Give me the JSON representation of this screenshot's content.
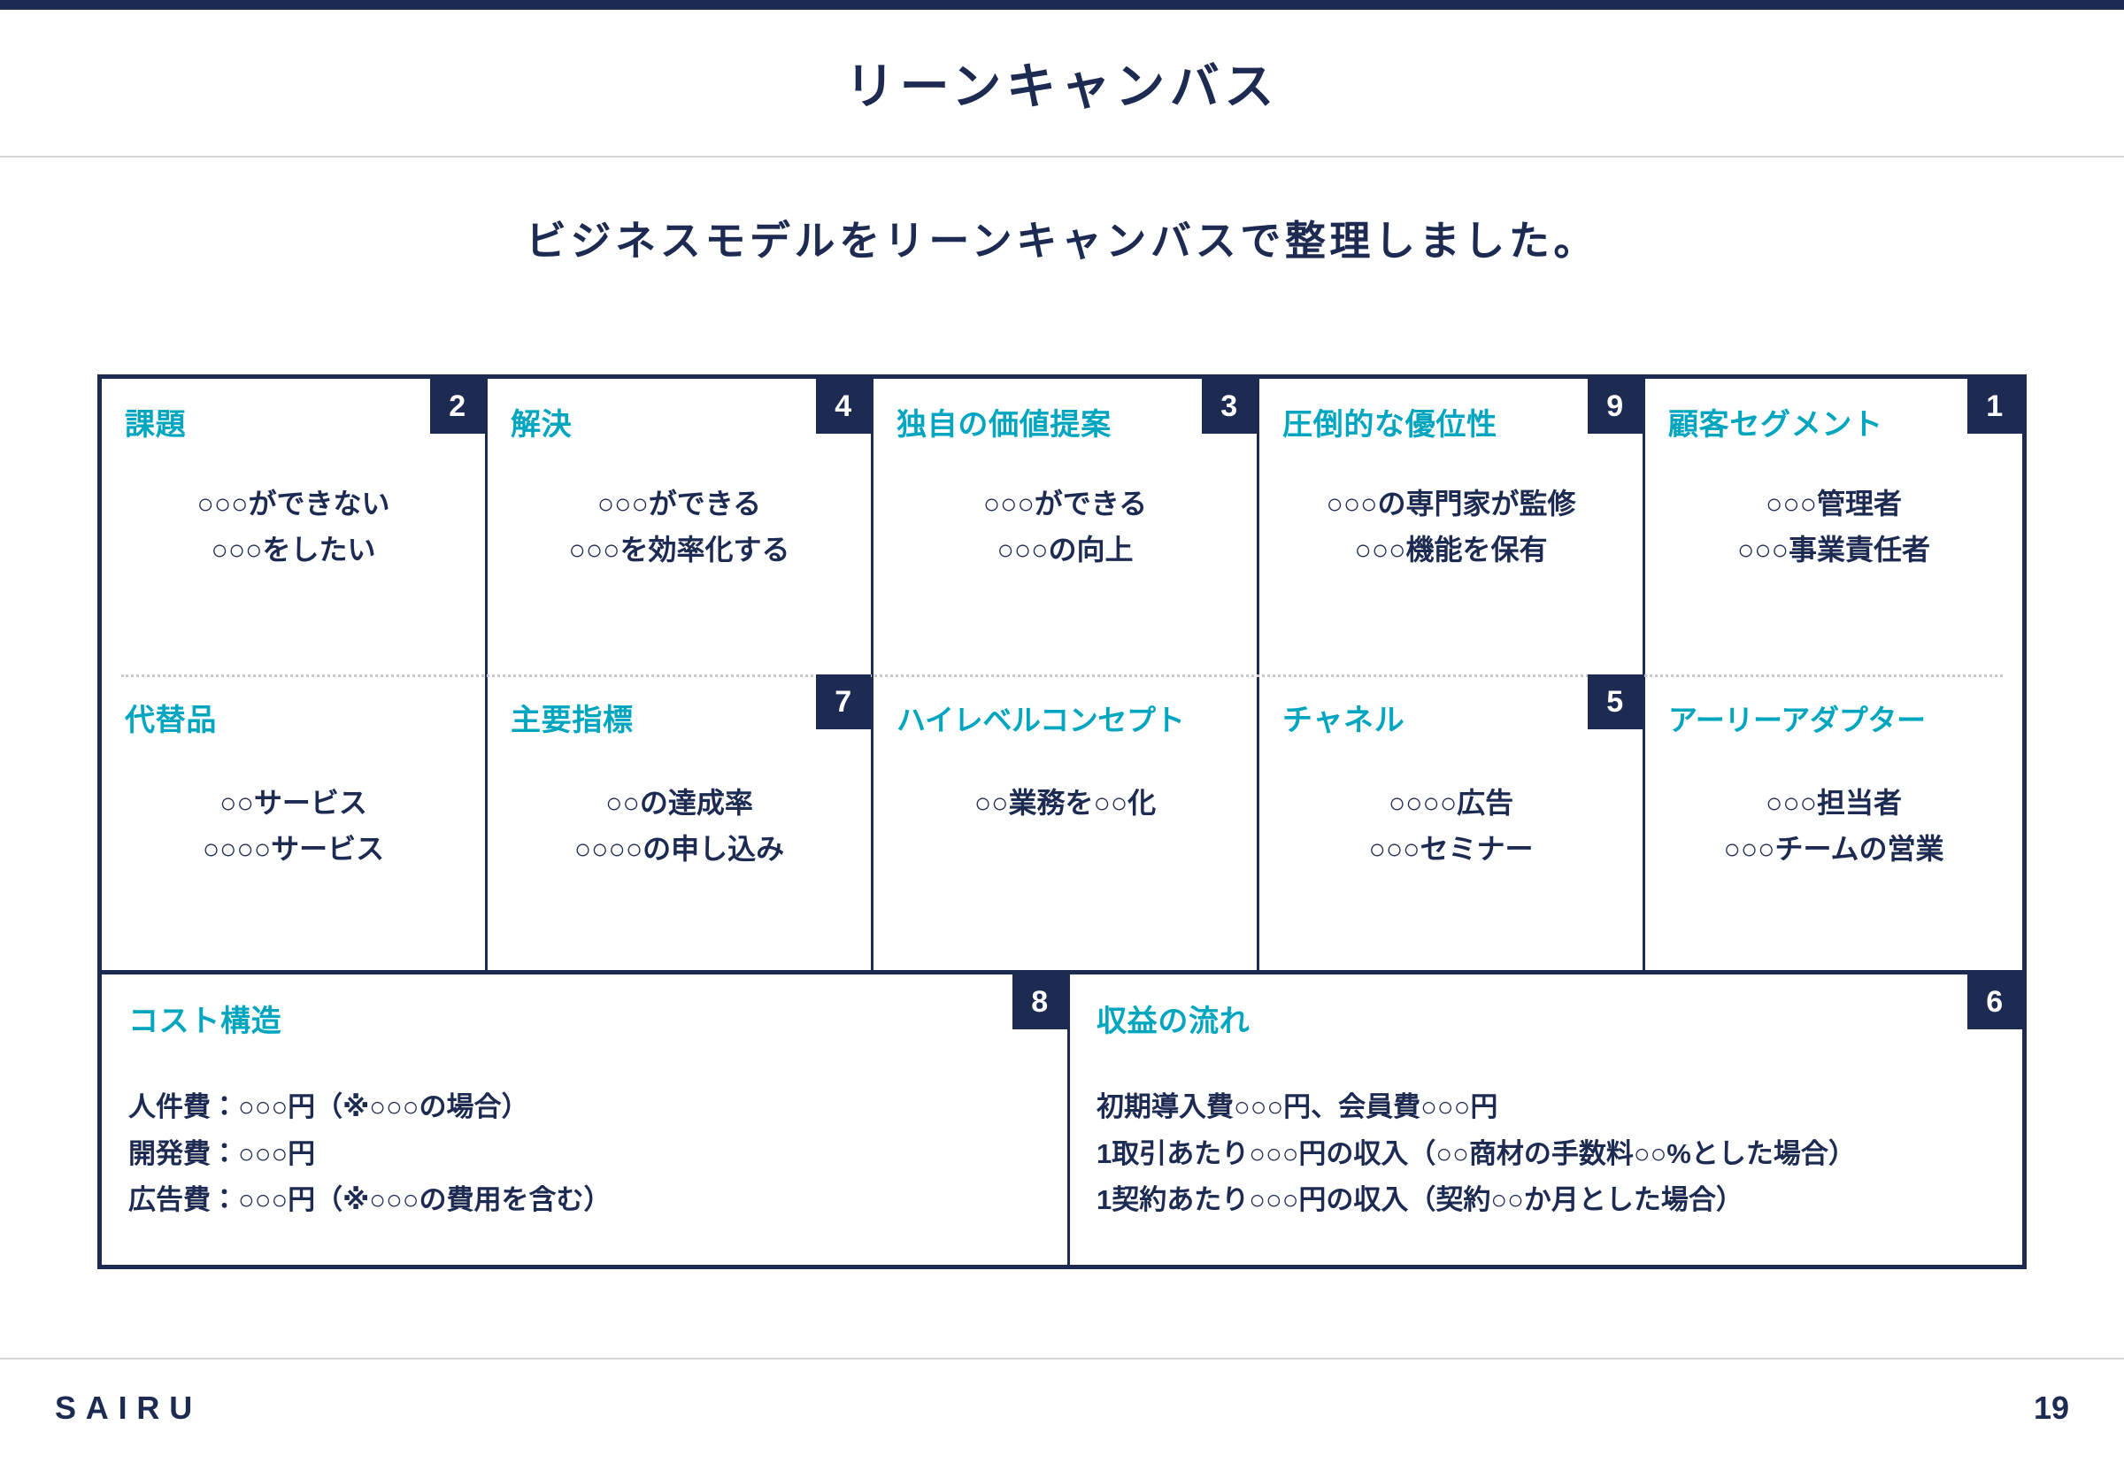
{
  "slide": {
    "title": "リーンキャンバス",
    "lead": "ビジネスモデルをリーンキャンバスで整理しました。",
    "accent_heading_color": "#00a5bf",
    "primary_color": "#1d2a52"
  },
  "canvas": {
    "top_row1": [
      {
        "heading": "課題",
        "badge": "2",
        "lines": [
          "○○○ができない",
          "○○○をしたい"
        ]
      },
      {
        "heading": "解決",
        "badge": "4",
        "lines": [
          "○○○ができる",
          "○○○を効率化する"
        ]
      },
      {
        "heading": "独自の価値提案",
        "badge": "3",
        "lines": [
          "○○○ができる",
          "○○○の向上"
        ]
      },
      {
        "heading": "圧倒的な優位性",
        "badge": "9",
        "lines": [
          "○○○の専門家が監修",
          "○○○機能を保有"
        ]
      },
      {
        "heading": "顧客セグメント",
        "badge": "1",
        "lines": [
          "○○○管理者",
          "○○○事業責任者"
        ]
      }
    ],
    "top_row2": [
      {
        "heading": "代替品",
        "badge": "",
        "lines": [
          "○○サービス",
          "○○○○サービス"
        ]
      },
      {
        "heading": "主要指標",
        "badge": "7",
        "lines": [
          "○○の達成率",
          "○○○○の申し込み"
        ]
      },
      {
        "heading": "ハイレベルコンセプト",
        "badge": "",
        "lines": [
          "○○業務を○○化"
        ]
      },
      {
        "heading": "チャネル",
        "badge": "5",
        "lines": [
          "○○○○広告",
          "○○○セミナー"
        ]
      },
      {
        "heading": "アーリーアダプター",
        "badge": "",
        "lines": [
          "○○○担当者",
          "○○○チームの営業"
        ]
      }
    ],
    "bottom": [
      {
        "heading": "コスト構造",
        "badge": "8",
        "lines": [
          "人件費：○○○円（※○○○の場合）",
          "開発費：○○○円",
          "広告費：○○○円（※○○○の費用を含む）"
        ]
      },
      {
        "heading": "収益の流れ",
        "badge": "6",
        "lines": [
          "初期導入費○○○円、会員費○○○円",
          "1取引あたり○○○円の収入（○○商材の手数料○○%とした場合）",
          "1契約あたり○○○円の収入（契約○○か月とした場合）"
        ]
      }
    ]
  },
  "footer": {
    "brand": "SAIRU",
    "page_number": "19"
  }
}
